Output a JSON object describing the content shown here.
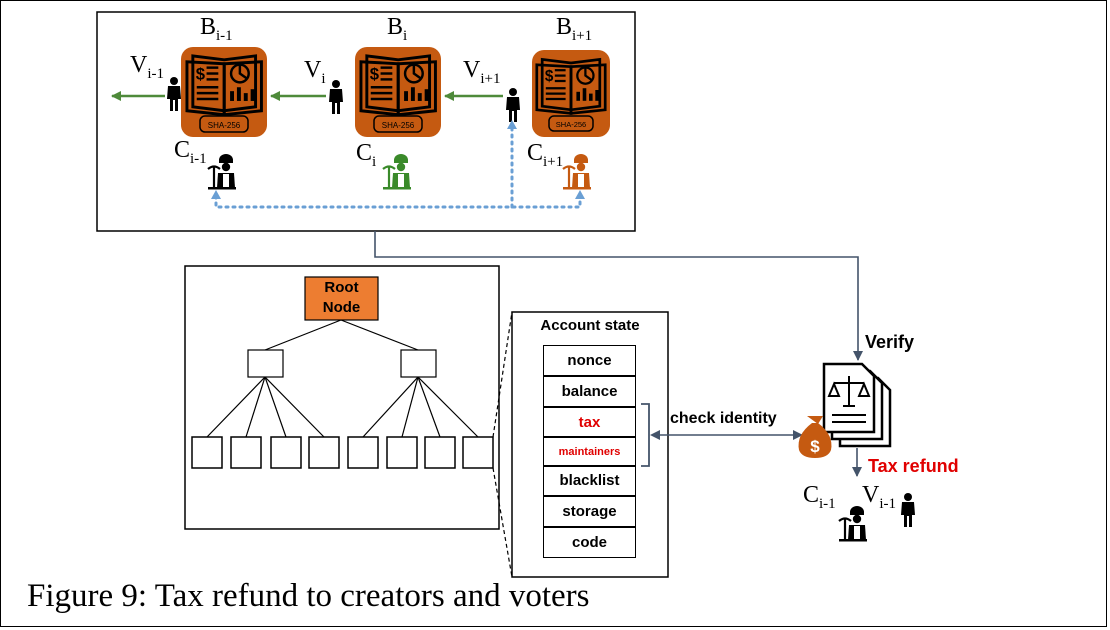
{
  "blocks": [
    {
      "block_label": "B",
      "block_sub": "i-1",
      "voter": "V",
      "voter_sub": "i-1",
      "creator": "C",
      "creator_sub": "i-1",
      "hash": "SHA-256"
    },
    {
      "block_label": "B",
      "block_sub": "i",
      "voter": "V",
      "voter_sub": "i",
      "creator": "C",
      "creator_sub": "i",
      "hash": "SHA-256"
    },
    {
      "block_label": "B",
      "block_sub": "i+1",
      "voter": "V",
      "voter_sub": "i+1",
      "creator": "C",
      "creator_sub": "i+1",
      "hash": "SHA-256"
    }
  ],
  "tree": {
    "root_line1": "Root",
    "root_line2": "Node"
  },
  "account": {
    "title": "Account state",
    "fields": [
      "nonce",
      "balance",
      "tax",
      "maintainers",
      "blacklist",
      "storage",
      "code"
    ]
  },
  "labels": {
    "verify": "Verify",
    "check_identity": "check identity",
    "tax_refund": "Tax refund",
    "refund_creator": "C",
    "refund_creator_sub": "i-1",
    "refund_voter": "V",
    "refund_voter_sub": "i-1"
  },
  "caption": "Figure 9: Tax refund to creators and voters",
  "colors": {
    "block_fill": "#c55a11",
    "root_fill": "#ed7d31",
    "arrow_green": "#4e8a3a",
    "dotted_blue": "#6a9fd4",
    "connector": "#44546a",
    "highlight_red": "#e00000",
    "creator_green": "#3a8a2a",
    "creator_orange": "#c55a11"
  },
  "icons": [
    "ledger-book-icon",
    "person-icon",
    "miner-icon",
    "tax-document-icon",
    "money-bag-icon"
  ]
}
